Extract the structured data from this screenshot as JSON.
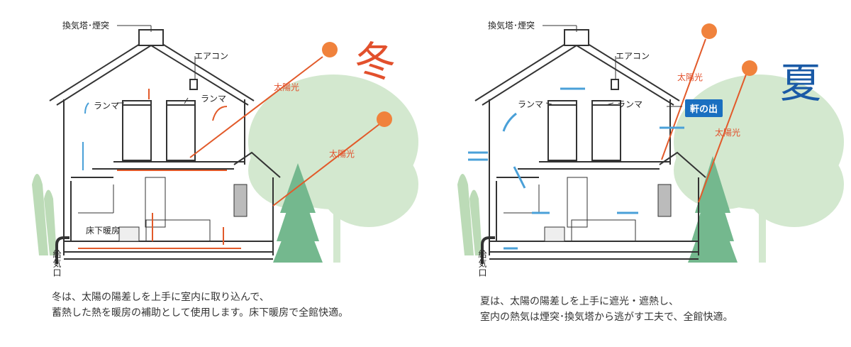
{
  "winter": {
    "season": "冬",
    "season_color": "#e2502c",
    "labels": {
      "vent": "換気塔･煙突",
      "aircon": "エアコン",
      "transom1": "ランマ",
      "transom2": "ランマ",
      "sun1": "太陽光",
      "sun2": "太陽光",
      "floor_heat": "床下暖房",
      "intake": "給気口"
    },
    "caption": [
      "冬は、太陽の陽差しを上手に室内に取り込んで、",
      "蓄熱した熱を暖房の補助として使用します。床下暖房で全館快適。"
    ]
  },
  "summer": {
    "season": "夏",
    "season_color": "#1a5aa6",
    "labels": {
      "vent": "換気塔･煙突",
      "aircon": "エアコン",
      "transom1": "ランマ",
      "transom2": "ランマ",
      "sun1": "太陽光",
      "sun2": "太陽光",
      "eaves": "軒の出",
      "intake": "給気口"
    },
    "caption": [
      "夏は、太陽の陽差しを上手に遮光・遮熱し、",
      "室内の熱気は煙突･換気塔から逃がす工夫で、全館快適。"
    ]
  },
  "colors": {
    "tree_light": "#c9e3c6",
    "tree_dark": "#6fb58a",
    "sun": "#f0823c",
    "warm_arrow": "#e25a2a",
    "cool_arrow": "#4aa0d8",
    "wall": "#333333"
  }
}
